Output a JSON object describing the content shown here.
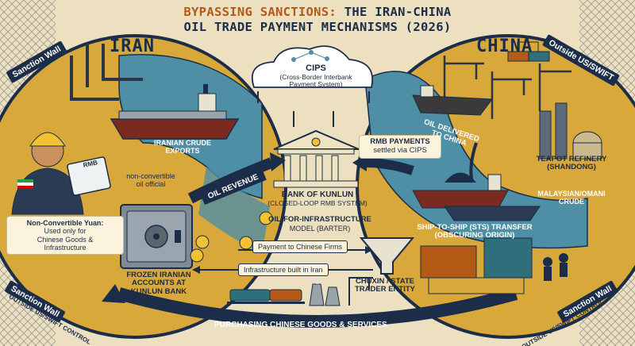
{
  "title": {
    "line1_accent": "BYPASSING SANCTIONS:",
    "line1_rest": "THE IRAN-CHINA",
    "line2": "OIL TRADE PAYMENT MECHANISMS (2026)"
  },
  "countries": {
    "left": "IRAN",
    "right": "CHINA"
  },
  "walls": {
    "top_left": "Sanction Wall",
    "top_right": "Outside US/SWIFT",
    "bottom_left": "Sanction Wall",
    "bottom_left_sub": "OUTSIDE US/SWIFT CONTROL",
    "bottom_right": "Sanction Wall",
    "bottom_right_sub": "OUTSIDE US/SWIFT CONTROL"
  },
  "cips": {
    "name": "CIPS",
    "full": "(Cross-Border Interbank",
    "full2": "Payment System)"
  },
  "bank": {
    "name": "BANK OF KUNLUN",
    "sub": "(CLOSED-LOOP RMB SYSTEM)"
  },
  "barter": {
    "title": "OIL-FOR-INFRASTRUCTURE",
    "sub": "MODEL (BARTER)"
  },
  "flows": {
    "oil_revenue": "OIL REVENUE",
    "rmb_payments": "RMB PAYMENTS",
    "rmb_payments_sub": "settled via CIPS",
    "payment_firms": "Payment to Chinese Firms",
    "infra_built": "Infrastructure built in Iran",
    "purchasing": "PURCHASING CHINESE GOODS & SERVICES"
  },
  "iran": {
    "crude_exports_1": "IRANIAN CRUDE",
    "crude_exports_2": "EXPORTS",
    "official_1": "non-convertible",
    "official_2": "oil official",
    "tablet": "RMB",
    "yuan_1": "Non-Convertible Yuan:",
    "yuan_2": "Used only for",
    "yuan_3": "Chinese Goods &",
    "yuan_4": "Infrastructure",
    "frozen_1": "FROZEN IRANIAN",
    "frozen_2": "ACCOUNTS AT",
    "frozen_3": "KUNLUN BANK"
  },
  "china": {
    "oil_delivered_1": "OIL DELIVERED",
    "oil_delivered_2": "TO CHINA",
    "teapot_1": "TEAPOT REFINERY",
    "teapot_2": "(SHANDONG)",
    "malay_1": "MALAYSIAN/OMANI",
    "malay_2": "CRUDE",
    "sts_1": "SHIP-TO-SHIP (STS) TRANSFER",
    "sts_2": "(OBSCURING ORIGIN)",
    "chuxin_1": "CHUXIN / STATE",
    "chuxin_2": "TRADER ENTITY"
  },
  "colors": {
    "navy": "#1b2d48",
    "gold": "#d9a83a",
    "sea": "#4f8fa6",
    "parchment": "#ece0c0",
    "orange": "#b45a16"
  }
}
